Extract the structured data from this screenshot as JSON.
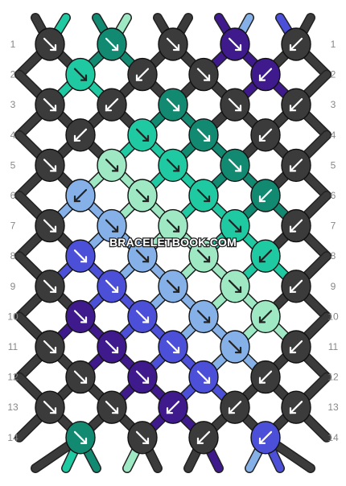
{
  "watermark": "BRACELETBOOK.COM",
  "strings_top": [
    "G",
    "B",
    "A",
    "C",
    "G",
    "G",
    "F",
    "D",
    "E",
    "G"
  ],
  "strings_bottom": [
    "G",
    "B",
    "A",
    "C",
    "G",
    "G",
    "F",
    "D",
    "E",
    "G"
  ],
  "colors": {
    "G": "#3b3b3b",
    "B": "#1fc9a2",
    "A": "#128a72",
    "C": "#9ee8c4",
    "F": "#3f1a8c",
    "D": "#85b1e8",
    "E": "#4c4fd8"
  },
  "row_numbers": [
    1,
    2,
    3,
    4,
    5,
    6,
    7,
    8,
    9,
    10,
    11,
    12,
    13,
    14
  ],
  "knot_rows": [
    [
      {
        "c": "G",
        "d": "br"
      },
      {
        "c": "A",
        "d": "br"
      },
      {
        "c": "G",
        "d": "br"
      },
      {
        "c": "F",
        "d": "br"
      },
      {
        "c": "G",
        "d": "bl"
      }
    ],
    [
      {
        "c": "B",
        "d": "br"
      },
      {
        "c": "G",
        "d": "bl"
      },
      {
        "c": "G",
        "d": "br"
      },
      {
        "c": "F",
        "d": "bl"
      }
    ],
    [
      {
        "c": "G",
        "d": "br"
      },
      {
        "c": "G",
        "d": "bl"
      },
      {
        "c": "A",
        "d": "br"
      },
      {
        "c": "G",
        "d": "br"
      },
      {
        "c": "G",
        "d": "bl"
      }
    ],
    [
      {
        "c": "G",
        "d": "bl"
      },
      {
        "c": "B",
        "d": "br"
      },
      {
        "c": "A",
        "d": "br"
      },
      {
        "c": "G",
        "d": "bl"
      }
    ],
    [
      {
        "c": "G",
        "d": "br"
      },
      {
        "c": "C",
        "d": "br"
      },
      {
        "c": "B",
        "d": "br"
      },
      {
        "c": "A",
        "d": "br"
      },
      {
        "c": "G",
        "d": "bl"
      }
    ],
    [
      {
        "c": "D",
        "d": "bl"
      },
      {
        "c": "C",
        "d": "br"
      },
      {
        "c": "B",
        "d": "br"
      },
      {
        "c": "A",
        "d": "bl"
      }
    ],
    [
      {
        "c": "G",
        "d": "br"
      },
      {
        "c": "D",
        "d": "br"
      },
      {
        "c": "C",
        "d": "br"
      },
      {
        "c": "B",
        "d": "br"
      },
      {
        "c": "G",
        "d": "bl"
      }
    ],
    [
      {
        "c": "E",
        "d": "br"
      },
      {
        "c": "D",
        "d": "br"
      },
      {
        "c": "C",
        "d": "br"
      },
      {
        "c": "B",
        "d": "bl"
      }
    ],
    [
      {
        "c": "G",
        "d": "br"
      },
      {
        "c": "E",
        "d": "br"
      },
      {
        "c": "D",
        "d": "br"
      },
      {
        "c": "C",
        "d": "br"
      },
      {
        "c": "G",
        "d": "bl"
      }
    ],
    [
      {
        "c": "F",
        "d": "br"
      },
      {
        "c": "E",
        "d": "br"
      },
      {
        "c": "D",
        "d": "br"
      },
      {
        "c": "C",
        "d": "bl"
      }
    ],
    [
      {
        "c": "G",
        "d": "br"
      },
      {
        "c": "F",
        "d": "br"
      },
      {
        "c": "E",
        "d": "br"
      },
      {
        "c": "D",
        "d": "br"
      },
      {
        "c": "G",
        "d": "bl"
      }
    ],
    [
      {
        "c": "G",
        "d": "br"
      },
      {
        "c": "F",
        "d": "br"
      },
      {
        "c": "E",
        "d": "br"
      },
      {
        "c": "G",
        "d": "bl"
      }
    ],
    [
      {
        "c": "G",
        "d": "br"
      },
      {
        "c": "G",
        "d": "br"
      },
      {
        "c": "F",
        "d": "bl"
      },
      {
        "c": "G",
        "d": "bl"
      },
      {
        "c": "G",
        "d": "bl"
      }
    ],
    [
      {
        "c": "A",
        "d": "br"
      },
      {
        "c": "G",
        "d": "br"
      },
      {
        "c": "G",
        "d": "bl"
      },
      {
        "c": "E",
        "d": "bl"
      }
    ]
  ]
}
